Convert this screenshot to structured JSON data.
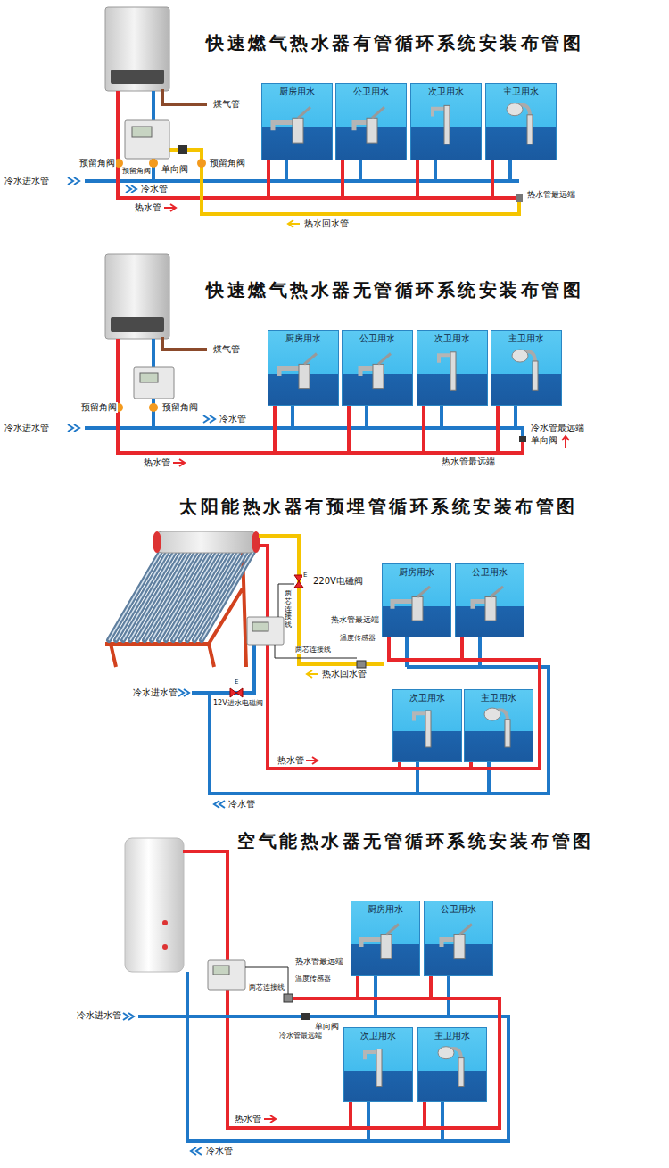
{
  "diagram": {
    "nodes": [
      {
        "text": [
          "厨房用水"
        ]
      },
      {
        "text": [
          "公卫用水"
        ]
      },
      {
        "text": [
          "次卫用水"
        ]
      },
      {
        "text": [
          "主卫用水"
        ]
      },
      {
        "text": [
          "厨房用水"
        ]
      },
      {
        "text": [
          "公卫用水"
        ]
      },
      {
        "text": [
          "次卫用水"
        ]
      },
      {
        "text": [
          "主卫用水"
        ]
      },
      {
        "text": [
          "厨房用水"
        ]
      },
      {
        "text": [
          "公卫用水"
        ]
      },
      {
        "text": [
          "次卫用水"
        ]
      },
      {
        "text": [
          "主卫用水"
        ]
      },
      {
        "text": [
          "厨房用水"
        ]
      },
      {
        "text": [
          "公卫用水"
        ]
      },
      {
        "text": [
          "次卫用水"
        ]
      },
      {
        "text": [
          "主卫用水"
        ]
      }
    ],
    "edges": [
      {
        "from": 0,
        "to": 1,
        "arrow": "none"
      },
      {
        "from": 1,
        "to": 2,
        "arrow": "none"
      },
      {
        "from": 2,
        "to": 3,
        "arrow": "none"
      },
      {
        "from": 4,
        "to": 5,
        "arrow": "none"
      },
      {
        "from": 5,
        "to": 6,
        "arrow": "none"
      },
      {
        "from": 6,
        "to": 7,
        "arrow": "none"
      },
      {
        "from": 8,
        "to": 9,
        "arrow": "none"
      },
      {
        "from": 9,
        "to": 11,
        "arrow": "none"
      },
      {
        "from": 10,
        "to": 11,
        "arrow": "none"
      },
      {
        "from": 12,
        "to": 13,
        "arrow": "none"
      },
      {
        "from": 13,
        "to": 15,
        "arrow": "none"
      },
      {
        "from": 14,
        "to": 15,
        "arrow": "none"
      }
    ],
    "labels": [
      "快速燃气热水器有管循环系统安装布管图",
      "煤气管",
      "预留角阀",
      "预留角阀",
      "单向阀",
      "预留角阀",
      "冷水进水管",
      "冷水管",
      "热水管",
      "热水管最远端",
      "热水回水管",
      "快速燃气热水器无管循环系统安装布管图",
      "煤气管",
      "预留角阀",
      "预留角阀",
      "冷水管",
      "冷水进水管",
      "冷水管最远端",
      "单向阀",
      "热水管",
      "热水管最远端",
      "太阳能热水器有预埋管循环系统安装布管图",
      "220V电磁阀",
      "两芯连接线",
      "热水管最远端",
      "温度传感器",
      "两芯连接线",
      "热水回水管",
      "冷水进水管",
      "12V进水电磁阀",
      "热水管",
      "冷水管",
      "空气能热水器无管循环系统安装布管图",
      "热水管最远端",
      "温度传感器",
      "两芯连接线",
      "冷水进水管",
      "单向阀",
      "冷水管最远端",
      "热水管",
      "冷水管",
      "E",
      "E"
    ]
  }
}
